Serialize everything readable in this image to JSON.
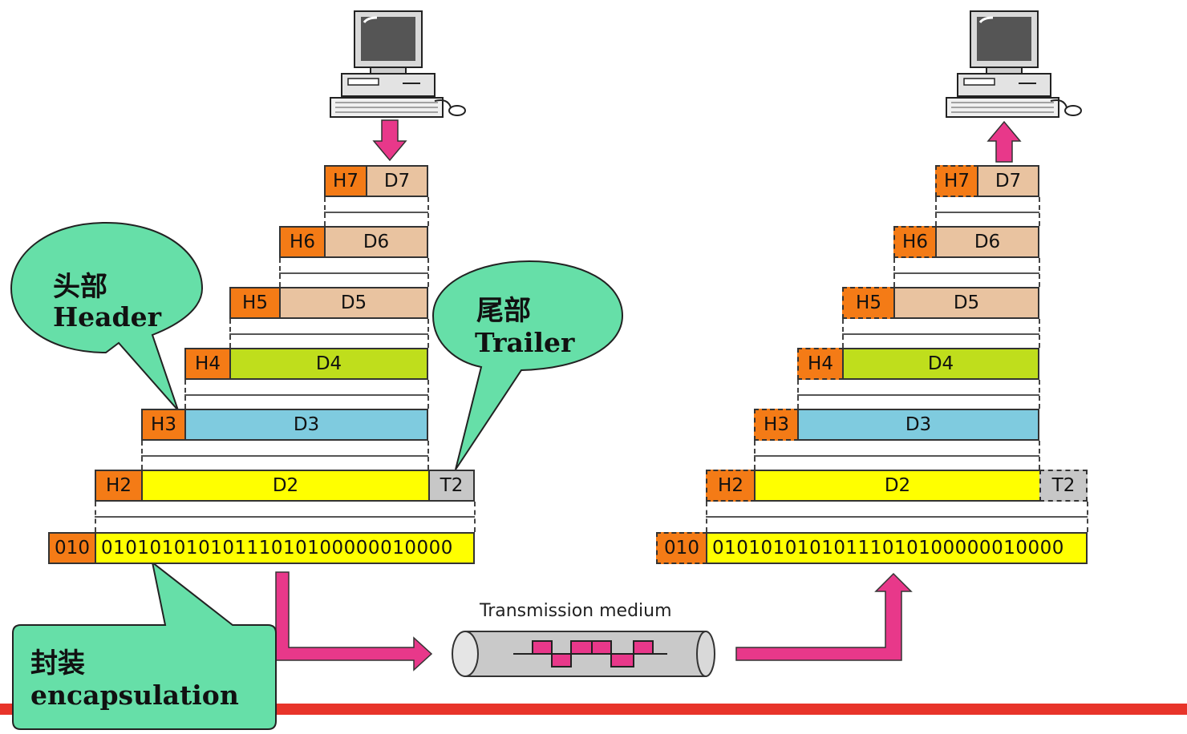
{
  "sender": {
    "layers": [
      {
        "header": "H7",
        "data": "D7"
      },
      {
        "header": "H6",
        "data": "D6"
      },
      {
        "header": "H5",
        "data": "D5"
      },
      {
        "header": "H4",
        "data": "D4"
      },
      {
        "header": "H3",
        "data": "D3"
      },
      {
        "header": "H2",
        "data": "D2",
        "trailer": "T2"
      }
    ],
    "frame": {
      "prefix": "010",
      "bits": "01010101010111010100000010000"
    }
  },
  "receiver": {
    "layers": [
      {
        "header": "H7",
        "data": "D7"
      },
      {
        "header": "H6",
        "data": "D6"
      },
      {
        "header": "H5",
        "data": "D5"
      },
      {
        "header": "H4",
        "data": "D4"
      },
      {
        "header": "H3",
        "data": "D3"
      },
      {
        "header": "H2",
        "data": "D2",
        "trailer": "T2"
      }
    ],
    "frame": {
      "prefix": "010",
      "bits": "01010101010111010100000010000"
    }
  },
  "medium_label": "Transmission medium",
  "callouts": {
    "header": {
      "line1": "头部",
      "line2": "Header"
    },
    "trailer": {
      "line1": "尾部",
      "line2": "Trailer"
    },
    "encapsulation": {
      "line1": "封装",
      "line2": "encapsulation"
    }
  },
  "colors": {
    "header": "#f47b16",
    "app_data": "#e9c3a0",
    "transport_data": "#bfde1c",
    "network_data": "#7fcbdf",
    "link_data": "#ffff00",
    "trailer": "#c7c7c7",
    "arrow": "#e8388a",
    "callout": "#66dfa8",
    "bottom_bar": "#e8342a"
  },
  "icons": {
    "sender_computer": "desktop-computer-icon",
    "receiver_computer": "desktop-computer-icon",
    "medium": "cable-signal-icon"
  }
}
